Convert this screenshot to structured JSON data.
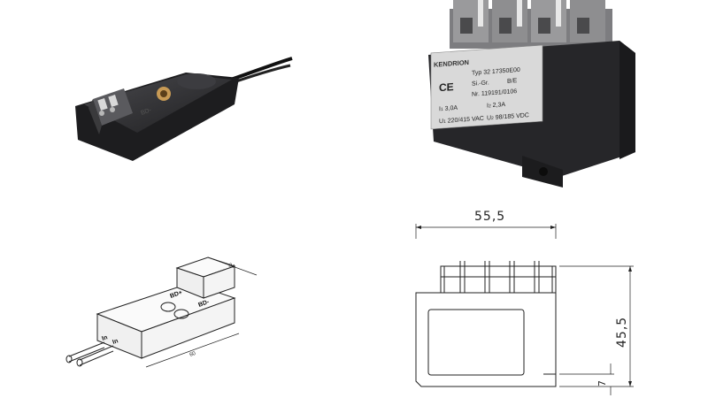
{
  "label_plate": {
    "brand": "KENDRION",
    "typ": "Typ 32 17350E00",
    "si_gr": "Si.-Gr.",
    "be": "B/E",
    "nr": "Nr. 119191/0106",
    "i_rated": "3,0A",
    "i_out": "2,3A",
    "u_in": "220/415 VAC",
    "u_out": "98/185 VDC",
    "ce_mark": "CE"
  },
  "isometric": {
    "terminal_labels": [
      "BD+",
      "BD-"
    ],
    "lead_labels": [
      "In",
      "In"
    ],
    "dim_width": "24",
    "dim_length": "60"
  },
  "drawing": {
    "dim_width": "55,5",
    "dim_height": "45,5",
    "dim_foot": "7"
  },
  "colors": {
    "housing": "#2b2b2e",
    "terminal": "#8a8a8c",
    "brass": "#c79a55",
    "line": "#222222"
  }
}
